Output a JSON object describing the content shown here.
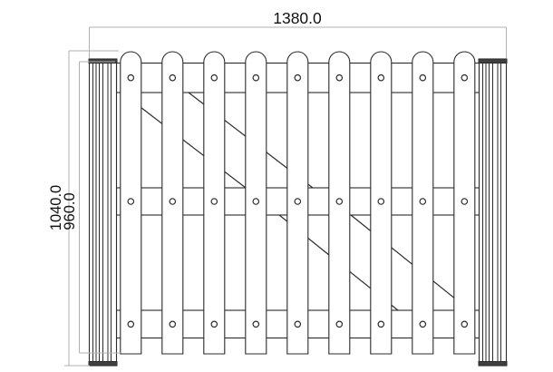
{
  "drawing": {
    "type": "fence-gate-technical-drawing",
    "dimensions": {
      "width_label": "1380.0",
      "height_outer_label": "1040.0",
      "height_inner_label": "960.0"
    },
    "structure": {
      "picket_count": 9,
      "rail_count": 3,
      "post_count": 2,
      "screws_per_picket": 3,
      "diagonal_brace_segments": 4
    },
    "colors": {
      "line": "#2b2b2b",
      "dimension_line": "#b0b0b0",
      "post_cap_fill": "#3f3f3f",
      "background": "#ffffff",
      "text": "#111111"
    }
  }
}
